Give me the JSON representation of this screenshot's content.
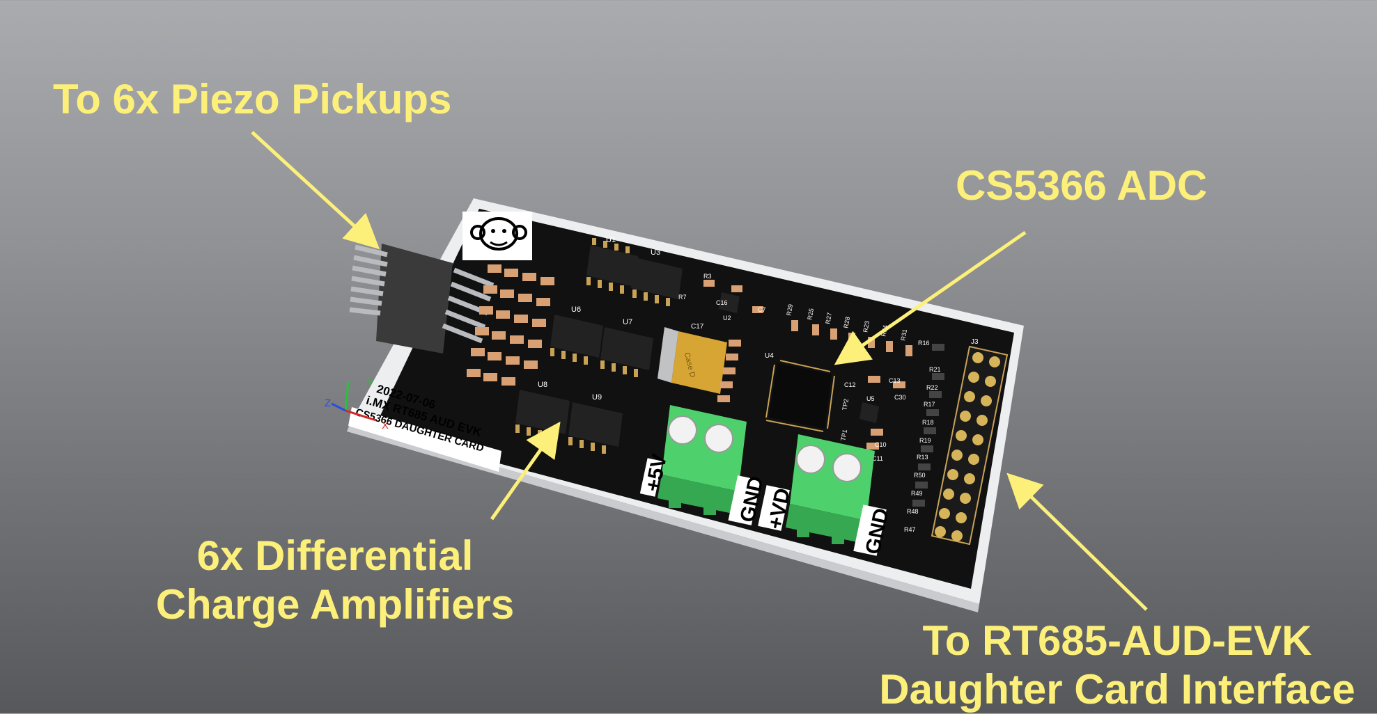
{
  "callouts": {
    "piezo": "To 6x Piezo Pickups",
    "adc": "CS5366 ADC",
    "amps": [
      "6x Differential",
      "Charge Amplifiers"
    ],
    "evk": [
      "To RT685-AUD-EVK",
      "Daughter Card Interface"
    ]
  },
  "board": {
    "date": "2022-07-06",
    "name": "i.MX RT685 AUD EVK",
    "subtitle": "CS5366 DAUGHTER CARD",
    "ic_refs": [
      "U1",
      "U3",
      "U6",
      "U7",
      "U8",
      "U9",
      "U4",
      "U2",
      "U5"
    ],
    "cap_label": "Case D",
    "cap_ref": "C17",
    "conn_ref": "J3",
    "power_labels": [
      "+5V",
      "GND",
      "+VD",
      "GND"
    ],
    "resistor_refs": [
      "R29",
      "R25",
      "R27",
      "R28",
      "R23",
      "R24",
      "R31",
      "R16",
      "R21",
      "R22",
      "R17",
      "R18",
      "R19",
      "R13",
      "R50",
      "R49",
      "R48",
      "R47"
    ],
    "cap_refs": [
      "C13",
      "C12",
      "C30",
      "C10",
      "C11",
      "C16",
      "C7",
      "R7",
      "R3"
    ],
    "tp_refs": [
      "TP2",
      "TP1"
    ],
    "axes": [
      "Z",
      "Y",
      "X"
    ]
  },
  "colors": {
    "callout": "#fdf07a",
    "board": "#111111",
    "terminal": "#4ed16c"
  }
}
